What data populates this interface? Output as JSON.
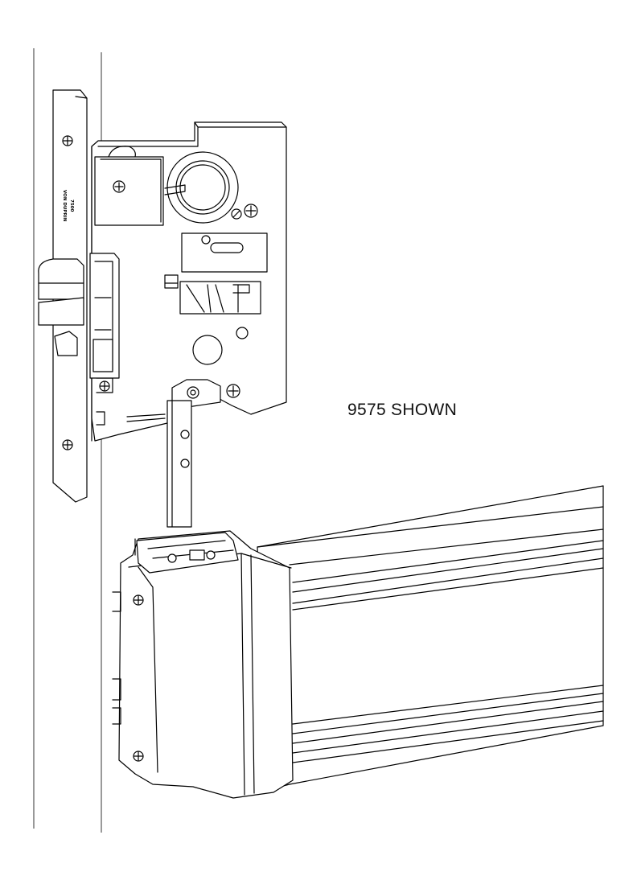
{
  "caption": "9575 SHOWN",
  "faceplate_stamp": {
    "line1": "VON DUPRIN",
    "line2": "7500"
  }
}
